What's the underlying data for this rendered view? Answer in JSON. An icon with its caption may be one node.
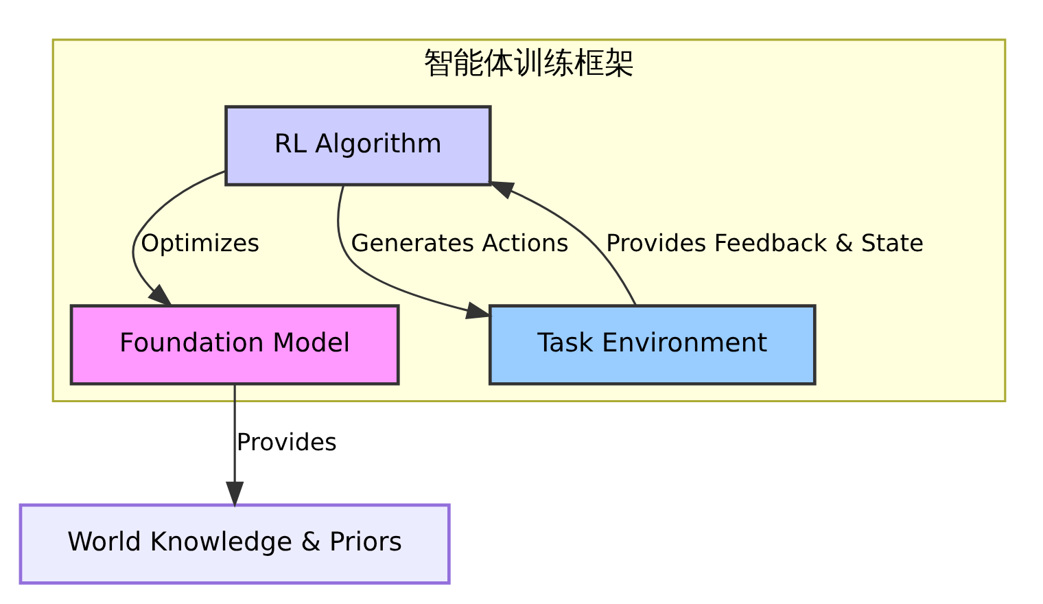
{
  "diagram": {
    "nodes": [
      {
        "text": [
          "智能体训练框架"
        ]
      },
      {
        "text": [
          "RL Algorithm"
        ],
        "in": 0
      },
      {
        "text": [
          "Foundation Model"
        ],
        "in": 0
      },
      {
        "text": [
          "Task Environment"
        ],
        "in": 0
      },
      {
        "text": [
          "World Knowledge & Priors"
        ]
      }
    ],
    "edges": [
      {
        "from": 1,
        "to": 2,
        "arrow": "to",
        "label": "Optimizes"
      },
      {
        "from": 1,
        "to": 3,
        "arrow": "to",
        "label": "Generates Actions"
      },
      {
        "from": 3,
        "to": 1,
        "arrow": "to",
        "label": "Provides Feedback & State"
      },
      {
        "from": 2,
        "to": 4,
        "arrow": "to",
        "label": "Provides"
      }
    ]
  }
}
